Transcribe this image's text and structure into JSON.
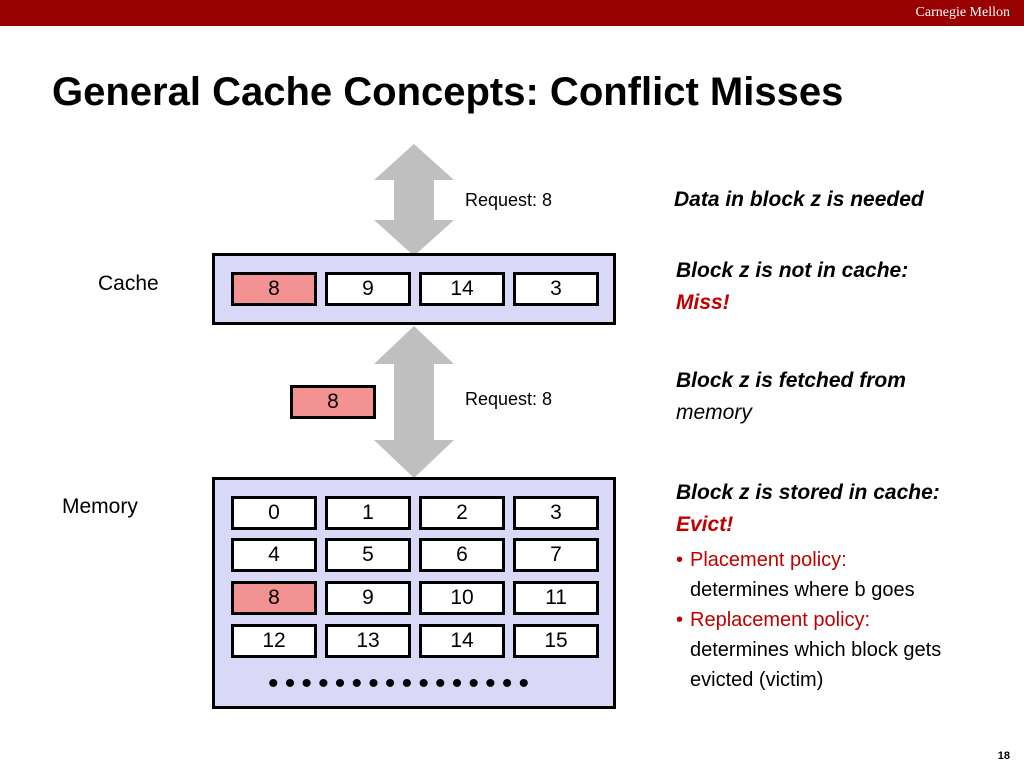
{
  "header": {
    "org": "Carnegie Mellon"
  },
  "title": "General Cache Concepts: Conflict Misses",
  "diagram": {
    "cache_label": "Cache",
    "memory_label": "Memory",
    "request_top": "Request: 8",
    "request_mid": "Request: 8",
    "fetched_block": "8",
    "cache_cells": [
      "8",
      "9",
      "14",
      "3"
    ],
    "memory_rows": [
      [
        "0",
        "1",
        "2",
        "3"
      ],
      [
        "4",
        "5",
        "6",
        "7"
      ],
      [
        "8",
        "9",
        "10",
        "11"
      ],
      [
        "12",
        "13",
        "14",
        "15"
      ]
    ],
    "ellipsis": "••••••••••••••••"
  },
  "notes": {
    "n1": "Data in block z is needed",
    "n2_line1": "Block z is not in cache:",
    "n2_line2": "Miss!",
    "n3_line1": "Block z is fetched from",
    "n3_line2": "memory",
    "n4_line1": "Block z is stored in cache:",
    "n4_line2": "Evict!",
    "bullets": [
      {
        "head": "Placement policy:",
        "body": "determines where b goes"
      },
      {
        "head": "Replacement policy:",
        "body": "determines which block gets evicted (victim)"
      }
    ]
  },
  "colors": {
    "highlight": "#f29292",
    "panel": "#d9d9f7",
    "arrow": "#bfbfbf",
    "accent": "#c00000",
    "topbar": "#990000"
  },
  "page_number": "18"
}
